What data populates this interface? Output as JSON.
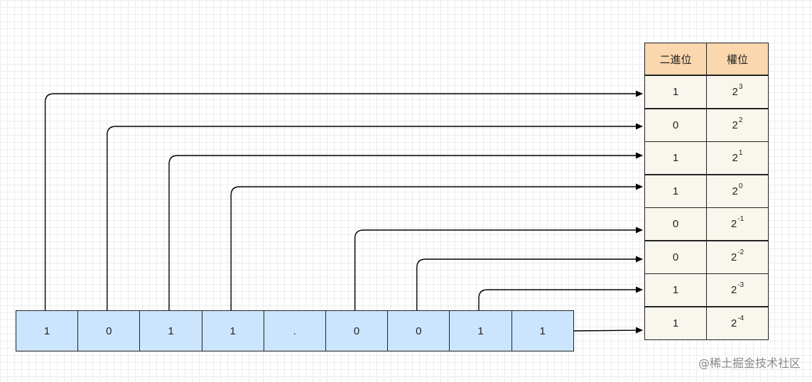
{
  "bits": [
    {
      "value": "1",
      "row": 0
    },
    {
      "value": "0",
      "row": 1
    },
    {
      "value": "1",
      "row": 2
    },
    {
      "value": "1",
      "row": 3
    },
    {
      "value": ".",
      "row": null
    },
    {
      "value": "0",
      "row": 4
    },
    {
      "value": "0",
      "row": 5
    },
    {
      "value": "1",
      "row": 6
    },
    {
      "value": "1",
      "row": 7
    }
  ],
  "table": {
    "header_binary": "二進位",
    "header_weight": "權位",
    "rows": [
      {
        "binary": "1",
        "base": "2",
        "exp": "3"
      },
      {
        "binary": "0",
        "base": "2",
        "exp": "2"
      },
      {
        "binary": "1",
        "base": "2",
        "exp": "1"
      },
      {
        "binary": "1",
        "base": "2",
        "exp": "0"
      },
      {
        "binary": "0",
        "base": "2",
        "exp": "-1"
      },
      {
        "binary": "0",
        "base": "2",
        "exp": "-2"
      },
      {
        "binary": "1",
        "base": "2",
        "exp": "-3"
      },
      {
        "binary": "1",
        "base": "2",
        "exp": "-4"
      }
    ]
  },
  "watermark": "@稀土掘金技术社区",
  "colors": {
    "bit_fill": "#cce5ff",
    "header_fill": "#fad7ac",
    "cell_fill": "#f9f7ed",
    "line": "#000000"
  }
}
